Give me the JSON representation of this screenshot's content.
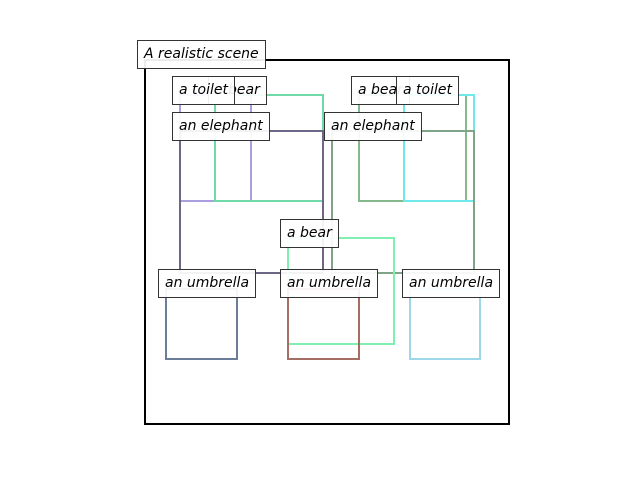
{
  "scene": {
    "caption": "A realistic scene"
  },
  "boxes": [
    {
      "id": "toilet-left",
      "label": "a toilet",
      "color": "#a99fde"
    },
    {
      "id": "bear-left",
      "label": "a bear",
      "color": "#6fd9a8"
    },
    {
      "id": "elephant-left",
      "label": "an elephant",
      "color": "#6d6684"
    },
    {
      "id": "bear-right",
      "label": "a bear",
      "color": "#86b88e"
    },
    {
      "id": "toilet-right",
      "label": "a toilet",
      "color": "#6ee8ea"
    },
    {
      "id": "elephant-right",
      "label": "an elephant",
      "color": "#7fa487"
    },
    {
      "id": "bear-center",
      "label": "a bear",
      "color": "#7ff0b2"
    },
    {
      "id": "umbrella-left",
      "label": "an umbrella",
      "color": "#6a7d99"
    },
    {
      "id": "umbrella-center",
      "label": "an umbrella",
      "color": "#a56d63"
    },
    {
      "id": "umbrella-right",
      "label": "an umbrella",
      "color": "#9fd7ea"
    }
  ]
}
